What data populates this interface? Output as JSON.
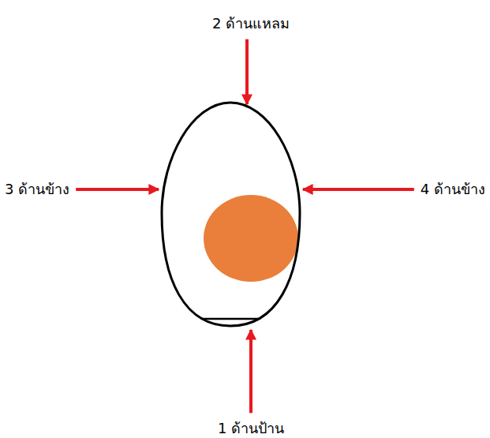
{
  "diagram": {
    "labels": [
      "2 ด้านแหลม",
      "3 ด้านข้าง",
      "4 ด้านข้าง",
      "1 ด้านป้าน"
    ]
  }
}
